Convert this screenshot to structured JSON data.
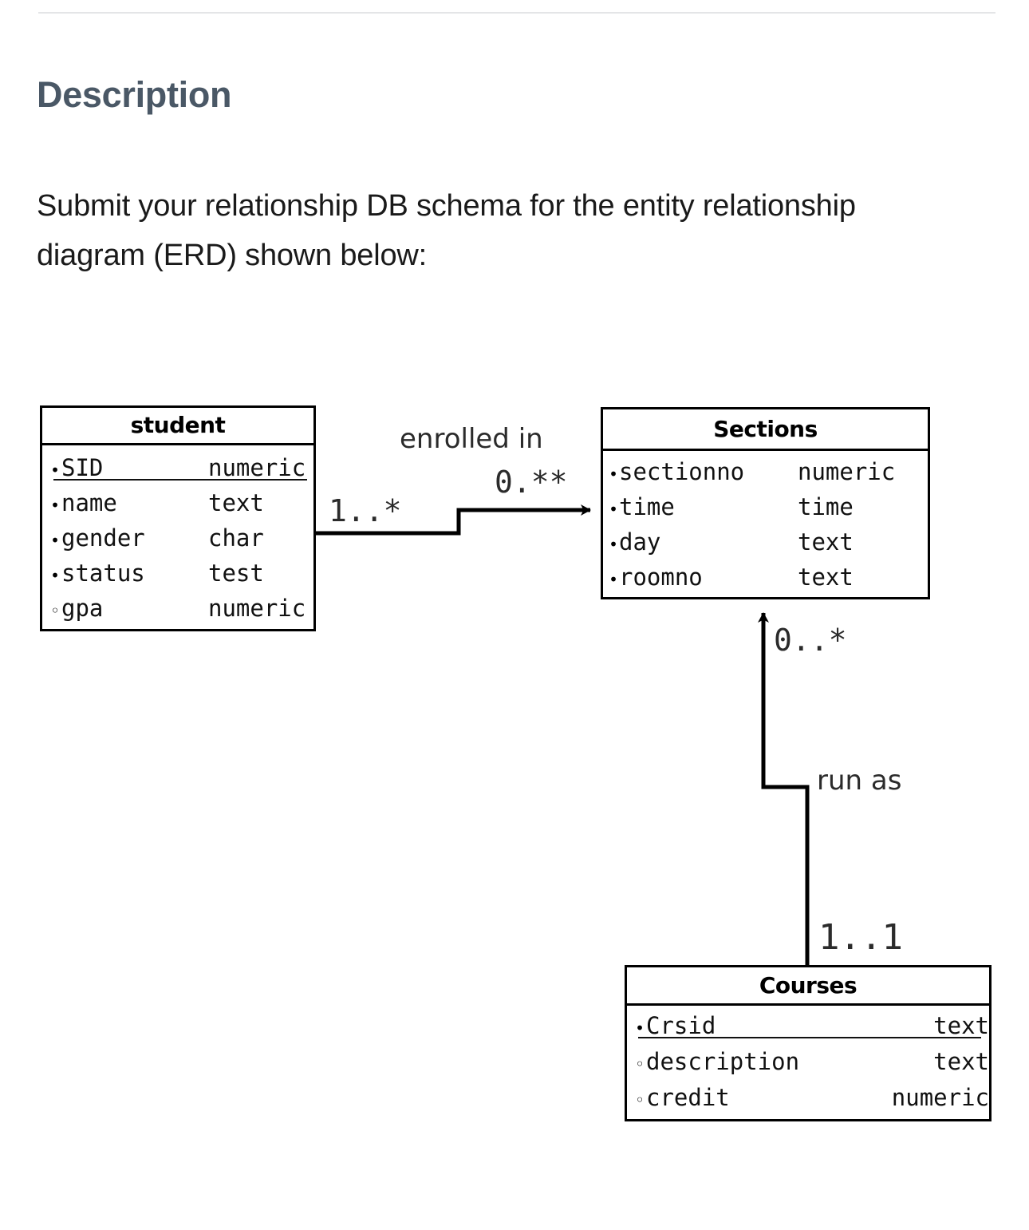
{
  "page": {
    "title": "Description",
    "intro": "Submit your relationship DB schema for the entity relationship diagram (ERD) shown below:",
    "title_color": "#4a5866",
    "rule_color": "#e4e5e7"
  },
  "diagram": {
    "entities": [
      {
        "id": "student",
        "name": "student",
        "attributes": [
          {
            "bullet": "filled",
            "name": "SID",
            "type": "numeric",
            "primary_key": true
          },
          {
            "bullet": "filled",
            "name": "name",
            "type": "text",
            "primary_key": false
          },
          {
            "bullet": "filled",
            "name": "gender",
            "type": "char",
            "primary_key": false
          },
          {
            "bullet": "filled",
            "name": "status",
            "type": "test",
            "primary_key": false
          },
          {
            "bullet": "hollow",
            "name": "gpa",
            "type": "numeric",
            "primary_key": false
          }
        ]
      },
      {
        "id": "sections",
        "name": "Sections",
        "attributes": [
          {
            "bullet": "filled",
            "name": "sectionno",
            "type": "numeric",
            "primary_key": false
          },
          {
            "bullet": "filled",
            "name": "time",
            "type": "time",
            "primary_key": false
          },
          {
            "bullet": "filled",
            "name": "day",
            "type": "text",
            "primary_key": false
          },
          {
            "bullet": "filled",
            "name": "roomno",
            "type": "text",
            "primary_key": false
          }
        ]
      },
      {
        "id": "courses",
        "name": "Courses",
        "attributes": [
          {
            "bullet": "filled",
            "name": "Crsid",
            "type": "text",
            "primary_key": true
          },
          {
            "bullet": "hollow",
            "name": "description",
            "type": "text",
            "primary_key": false
          },
          {
            "bullet": "hollow",
            "name": "credit",
            "type": "numeric",
            "primary_key": false
          }
        ]
      }
    ],
    "relationships": [
      {
        "id": "enrolled-in",
        "label": "enrolled in",
        "from": "student",
        "to": "sections",
        "from_multiplicity": "1..*",
        "to_multiplicity": "0.**"
      },
      {
        "id": "run-as",
        "label": "run as",
        "from": "courses",
        "to": "sections",
        "from_multiplicity": "1..1",
        "to_multiplicity": "0..*"
      }
    ],
    "line_color": "#000000"
  }
}
